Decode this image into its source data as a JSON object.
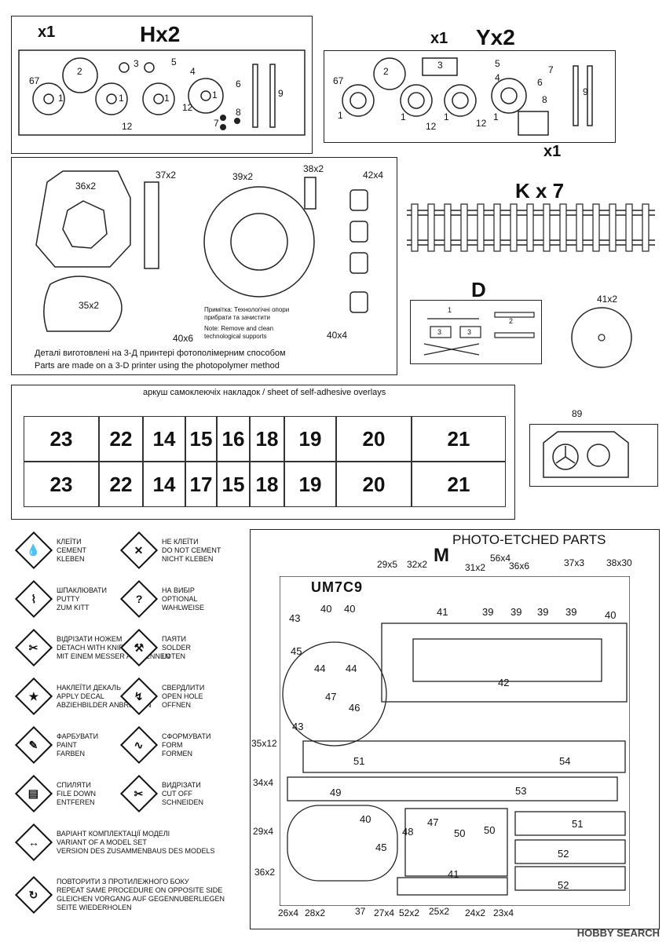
{
  "sprue_h": {
    "title": "Hx2",
    "count": "x1",
    "parts": [
      "67",
      "2",
      "3",
      "5",
      "4",
      "1",
      "1",
      "1",
      "1",
      "12",
      "12",
      "6",
      "7",
      "8",
      "9"
    ]
  },
  "sprue_y": {
    "title": "Yx2",
    "count_top": "x1",
    "count_bottom": "x1",
    "parts": [
      "67",
      "2",
      "3",
      "5",
      "4",
      "1",
      "1",
      "1",
      "1",
      "12",
      "12",
      "6",
      "7",
      "8",
      "9"
    ]
  },
  "printed": {
    "labels": [
      "36x2",
      "37x2",
      "39x2",
      "38x2",
      "42x4",
      "35x2",
      "40x6",
      "40x4"
    ],
    "note_ua": "Примітка: Технологічні опори прибрати та зачистити",
    "note_en": "Note: Remove and clean technological supports",
    "footer_ua": "Деталі виготовлені на 3-Д принтері фотополімерним способом",
    "footer_en": "Parts are made on a 3-D printer using the photopolymer method"
  },
  "tracks": {
    "title": "K x 7"
  },
  "sprue_d": {
    "title": "D",
    "parts": [
      "1",
      "2",
      "3",
      "3"
    ]
  },
  "disc": {
    "label": "41x2"
  },
  "overlays": {
    "title": "аркуш самоклеючіх накладок / sheet of self-adhesive overlays",
    "row1": [
      "23",
      "22",
      "14",
      "15",
      "16",
      "18",
      "19",
      "20",
      "21"
    ],
    "row2": [
      "23",
      "22",
      "14",
      "17",
      "15",
      "18",
      "19",
      "20",
      "21"
    ]
  },
  "part89": {
    "label": "89"
  },
  "symbols": [
    {
      "icon": "glue-icon",
      "glyph": "💧",
      "lines": [
        "КЛЕЇТИ",
        "CEMENT",
        "KLEBEN"
      ]
    },
    {
      "icon": "no-glue-icon",
      "glyph": "✕",
      "lines": [
        "НЕ КЛЕЇТИ",
        "DO NOT CEMENT",
        "NICHT KLEBEN"
      ]
    },
    {
      "icon": "putty-icon",
      "glyph": "⌇",
      "lines": [
        "ШПАКЛЮВАТИ",
        "PUTTY",
        "ZUM KITT"
      ]
    },
    {
      "icon": "optional-icon",
      "glyph": "?",
      "lines": [
        "НА ВИБІР",
        "OPTIONAL",
        "WAHLWEISE"
      ]
    },
    {
      "icon": "knife-icon",
      "glyph": "✂",
      "lines": [
        "ВІДРІЗАТИ НОЖЕМ",
        "DETACH WITH KNIFE",
        "MIT EINEM MESSER ABTRENNEN"
      ]
    },
    {
      "icon": "solder-icon",
      "glyph": "⚒",
      "lines": [
        "ПАЯТИ",
        "SOLDER",
        "LOTEN"
      ]
    },
    {
      "icon": "decal-icon",
      "glyph": "★",
      "lines": [
        "НАКЛЕЇТИ ДЕКАЛЬ",
        "APPLY DECAL",
        "ABZIEHBILDER ANBRINGEN"
      ]
    },
    {
      "icon": "drill-icon",
      "glyph": "↯",
      "lines": [
        "СВЕРДЛИТИ",
        "OPEN HOLE",
        "OFFNEN"
      ]
    },
    {
      "icon": "paint-icon",
      "glyph": "✎",
      "lines": [
        "ФАРБУВАТИ",
        "PAINT",
        "FARBEN"
      ]
    },
    {
      "icon": "form-icon",
      "glyph": "∿",
      "lines": [
        "СФОРМУВАТИ",
        "FORM",
        "FORMEN"
      ]
    },
    {
      "icon": "file-icon",
      "glyph": "▤",
      "lines": [
        "СПИЛЯТИ",
        "FILE DOWN",
        "ENTFEREN"
      ]
    },
    {
      "icon": "cut-icon",
      "glyph": "✂",
      "lines": [
        "ВИДРІЗАТИ",
        "CUT OFF",
        "SCHNEIDEN"
      ]
    },
    {
      "icon": "variant-icon",
      "glyph": "↔",
      "lines": [
        "ВАРІАНТ КОМПЛЕКТАЦІЇ МОДЕЛІ",
        "VARIANT OF A MODEL SET",
        "VERSION DES ZUSAMMENBAUS DES MODELS"
      ]
    },
    {
      "icon": "repeat-icon",
      "glyph": "↻",
      "lines": [
        "ПОВТОРИТИ З ПРОТИЛЕЖНОГО БОКУ",
        "REPEAT SAME PROCEDURE ON OPPOSITE SIDE",
        "GLEICHEN VORGANG AUF GEGENNUBERLIEGEN",
        "SEITE WIEDERHOLEN"
      ]
    }
  ],
  "pe": {
    "title": "PHOTO-ETCHED PARTS",
    "letter": "M",
    "brand": "UM7C9",
    "top_labels": [
      "29x5",
      "32x2",
      "31x2",
      "56x4",
      "36x6",
      "37x3",
      "38x30"
    ],
    "left_labels": [
      "35x12",
      "34x4",
      "29x4",
      "36x2"
    ],
    "bottom_labels": [
      "26x4",
      "28x2",
      "37",
      "27x4",
      "52x2",
      "25x2",
      "24x2",
      "23x4"
    ],
    "inner": [
      "40",
      "40",
      "43",
      "45",
      "44",
      "44",
      "47",
      "46",
      "43",
      "41",
      "39",
      "39",
      "39",
      "39",
      "40",
      "42",
      "51",
      "54",
      "49",
      "53",
      "40",
      "48",
      "47",
      "50",
      "50",
      "45",
      "41",
      "51",
      "52",
      "52"
    ]
  },
  "watermark": "HOBBY SEARCH"
}
